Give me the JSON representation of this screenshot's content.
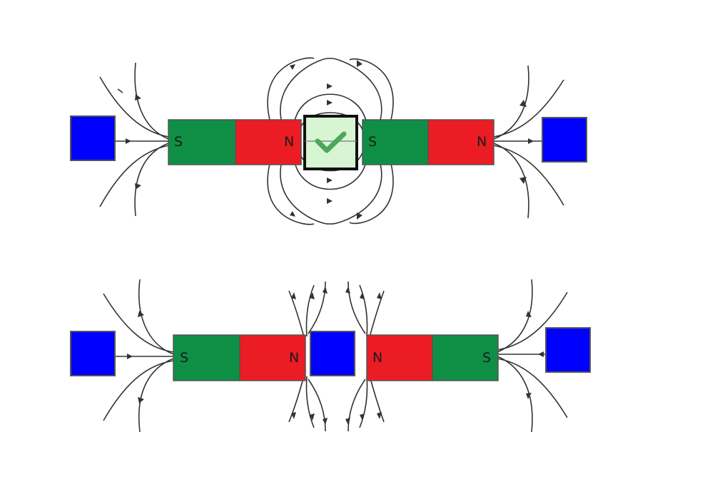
{
  "colors": {
    "south_pole": "#0f8f45",
    "north_pole": "#ec1c24",
    "slot": "#0000ff",
    "slot_border": "#555555",
    "correct_fill": "#d7f5d3",
    "correct_check": "#4fa65a",
    "correct_border": "#111111",
    "field_line": "#333333"
  },
  "top_row": {
    "magnet_left": {
      "left_pole": "S",
      "right_pole": "N"
    },
    "magnet_right": {
      "left_pole": "S",
      "right_pole": "N"
    },
    "slots": [
      {
        "position": "left",
        "state": "empty"
      },
      {
        "position": "middle",
        "state": "correct",
        "icon": "check-icon"
      },
      {
        "position": "right",
        "state": "empty"
      }
    ]
  },
  "bottom_row": {
    "magnet_left": {
      "left_pole": "S",
      "right_pole": "N"
    },
    "magnet_right": {
      "left_pole": "N",
      "right_pole": "S"
    },
    "slots": [
      {
        "position": "left",
        "state": "empty"
      },
      {
        "position": "middle",
        "state": "empty"
      },
      {
        "position": "right",
        "state": "empty"
      }
    ]
  }
}
